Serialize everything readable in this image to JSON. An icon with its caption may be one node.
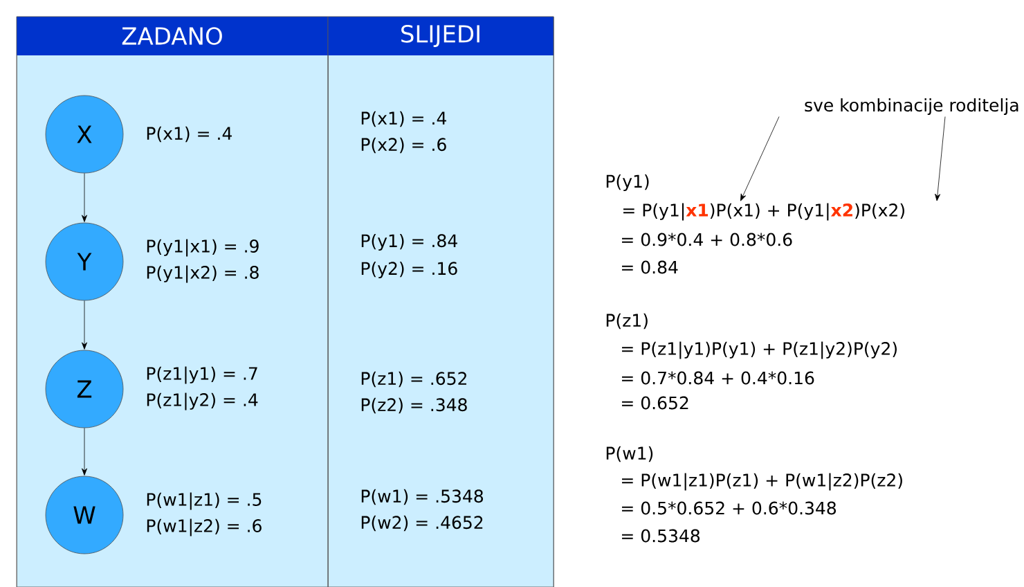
{
  "diagram": {
    "nodes": [
      {
        "text": [
          "ZADANO"
        ]
      },
      {
        "text": [
          "SLIJEDI",
          "P(x1) = .4",
          "P(x2) = .6",
          "P(y1) = .84",
          "P(y2) = .16",
          "P(z1) = .652",
          "P(z2) = .348",
          "P(w1) = .5348",
          "P(w2) = .4652"
        ]
      },
      {
        "text": [
          "X"
        ],
        "in": 0,
        "beside": [
          "P(x1) = .4"
        ]
      },
      {
        "text": [
          "Y"
        ],
        "in": 0,
        "beside": [
          "P(y1|x1) = .9",
          "P(y1|x2) = .8"
        ]
      },
      {
        "text": [
          "Z"
        ],
        "in": 0,
        "beside": [
          "P(z1|y1) = .7",
          "P(z1|y2) = .4"
        ]
      },
      {
        "text": [
          "W"
        ],
        "in": 0,
        "beside": [
          "P(w1|z1) = .5",
          "P(w1|z2) = .6"
        ]
      },
      {
        "text": [
          "sve kombinacije roditelja"
        ]
      },
      {
        "text": [
          "= P(y1|**x1**)P(x1) + P(y1|**x2**)P(x2)"
        ]
      }
    ],
    "edges": [
      {
        "from": 2,
        "to": 3,
        "arrow": "to"
      },
      {
        "from": 3,
        "to": 4,
        "arrow": "to"
      },
      {
        "from": 4,
        "to": 5,
        "arrow": "to"
      },
      {
        "from": 6,
        "to": 7,
        "arrow": "to"
      },
      {
        "from": 6,
        "to": 7,
        "arrow": "to"
      }
    ],
    "labels": [
      "P(y1)",
      "= 0.9*0.4 + 0.8*0.6",
      "= 0.84",
      "P(z1)",
      "= P(z1|y1)P(y1) + P(z1|y2)P(y2)",
      "= 0.7*0.84 + 0.4*0.16",
      "= 0.652",
      "P(w1)",
      "= P(w1|z1)P(z1) + P(w1|z2)P(z2)",
      "= 0.5*0.652 + 0.6*0.348",
      "= 0.5348"
    ]
  }
}
